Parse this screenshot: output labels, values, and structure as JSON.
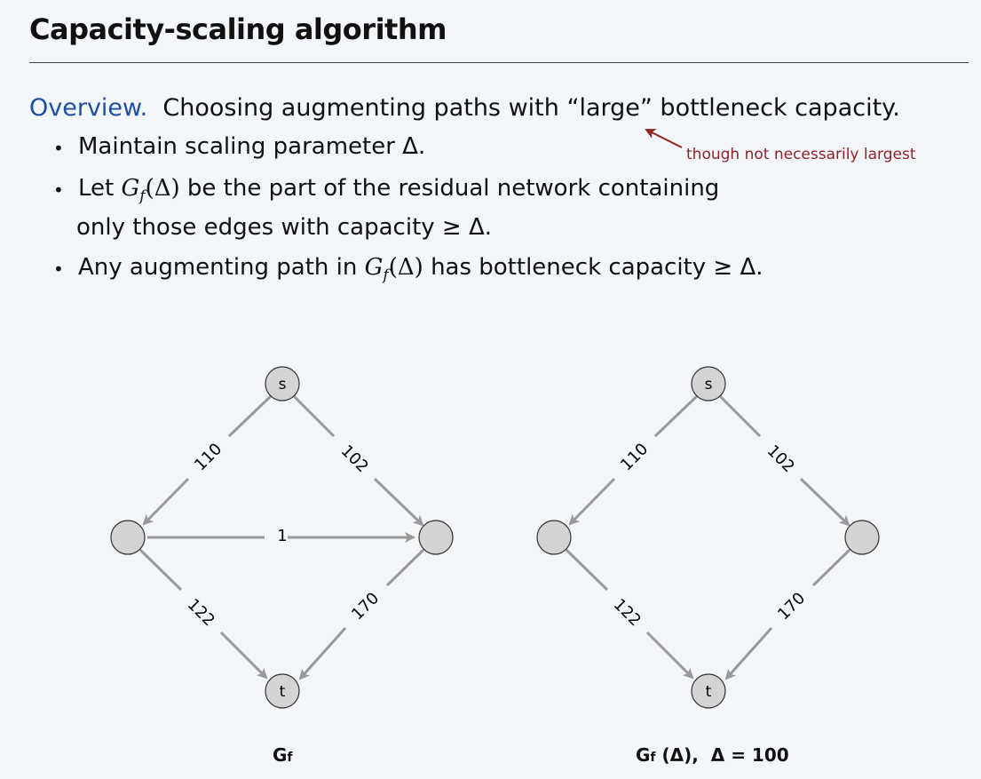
{
  "title": "Capacity-scaling algorithm",
  "overview": {
    "label": "Overview.",
    "text": "Choosing augmenting paths with “large” bottleneck capacity."
  },
  "annotation": "though not necessarily largest",
  "bullets": {
    "b1": "Maintain scaling parameter Δ.",
    "b2_pre": "Let",
    "b2_G": "G",
    "b2_sub": "f",
    "b2_arg": "(Δ)",
    "b2_post": "be the part of the residual network containing",
    "b2_line2": "only those edges with capacity ≥ Δ.",
    "b3_pre": "Any augmenting path in",
    "b3_G": "G",
    "b3_sub": "f",
    "b3_arg": "(Δ)",
    "b3_post": "has bottleneck capacity ≥ Δ."
  },
  "graphs": {
    "left": {
      "caption_main": "G",
      "caption_sub": "f",
      "nodes": {
        "s": "s",
        "t": "t"
      },
      "edges": {
        "s_a": "110",
        "s_b": "102",
        "a_b": "1",
        "a_t": "122",
        "b_t": "170"
      }
    },
    "right": {
      "caption_main": "G",
      "caption_sub": "f",
      "caption_rest": " (Δ),  Δ = 100",
      "nodes": {
        "s": "s",
        "t": "t"
      },
      "edges": {
        "s_a": "110",
        "s_b": "102",
        "a_t": "122",
        "b_t": "170"
      }
    }
  },
  "colors": {
    "edge": "#999999",
    "node_fill": "#d4d4d4",
    "node_stroke": "#333333",
    "accent": "#1f4fa0",
    "annotation": "#8e2424"
  }
}
